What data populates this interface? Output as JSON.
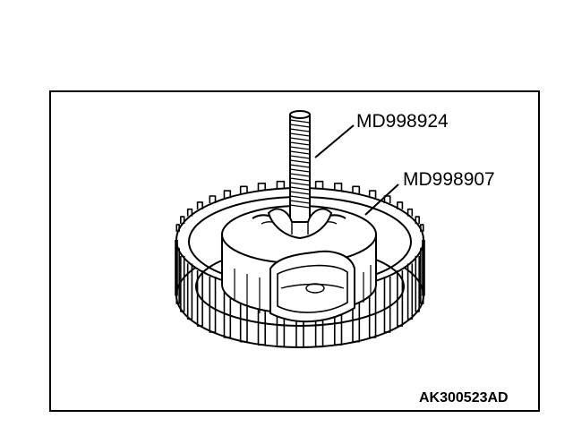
{
  "labels": {
    "tool_bolt": "MD998924",
    "tool_holder": "MD998907"
  },
  "figure_id": "AK300523AD",
  "icons": {
    "tool_bolt": "threaded-bolt-with-wing-nut",
    "tool_holder": "cylindrical-spring-compressor",
    "assembly": "gear-clutch-drum"
  },
  "colors": {
    "line": "#000000",
    "background": "#ffffff"
  }
}
